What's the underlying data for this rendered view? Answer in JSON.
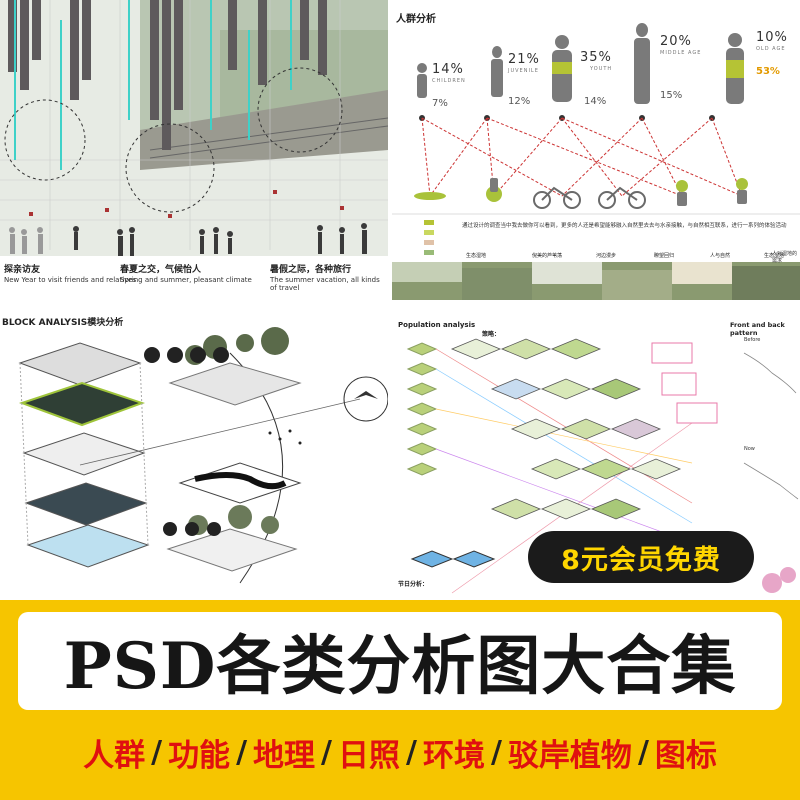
{
  "panel_tl": {
    "caption_1_cn": "探亲访友",
    "caption_1_en": "New Year to visit friends and relatives",
    "caption_2_cn": "春夏之交，气候怡人",
    "caption_2_en": "Spring and summer, pleasant climate",
    "caption_3_cn": "暑假之际，各种旅行",
    "caption_3_en": "The summer vacation, all kinds of travel"
  },
  "panel_tr": {
    "title": "人群分析",
    "groups": [
      {
        "pct": "14%",
        "label": "CHILDREN",
        "sub": "7%"
      },
      {
        "pct": "21%",
        "label": "JUVENILE",
        "sub": "12%"
      },
      {
        "pct": "35%",
        "label": "YOUTH",
        "sub": "14%"
      },
      {
        "pct": "20%",
        "label": "MIDDLE AGE",
        "sub": "15%"
      },
      {
        "pct": "10%",
        "label": "OLD AGE",
        "sub": "53%"
      }
    ],
    "note": "通过设计的调查当中我去做你可以看到，更多的人还是希望能够融入自然里去去与水亲接触，与自然相互联系，进行一系列的体验活动",
    "strip_labels": [
      "生态湿地",
      "倪美的芦苇荡",
      "河边漫步",
      "瞭望回归",
      "人与自然",
      "生态湿地"
    ],
    "right_label": "人对湿地的需求"
  },
  "panel_bl": {
    "title": "BLOCK ANALYSIS模块分析"
  },
  "panel_br": {
    "title": "Population analysis",
    "subtitle_cn": "策略：",
    "right_title": "Front and back pattern",
    "before": "Before",
    "now": "Now",
    "bottom_note": "节日分析："
  },
  "promo": "8元会员免费",
  "banner_title": "PSD各类分析图大合集",
  "categories": [
    "人群",
    "功能",
    "地理",
    "日照",
    "环境",
    "驳岸植物",
    "图标"
  ],
  "colors": {
    "banner": "#f6c500",
    "category": "#e01010",
    "promo_text": "#ffd600"
  }
}
